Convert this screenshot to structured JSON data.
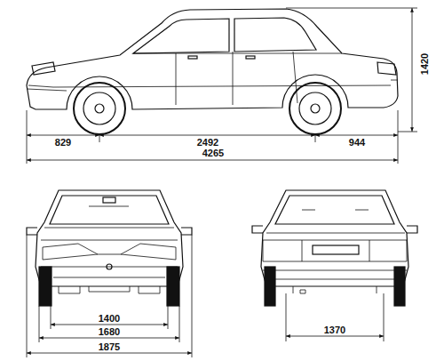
{
  "diagram": {
    "labels": [
      "1420",
      "829",
      "2492",
      "944",
      "4265",
      "1400",
      "1680",
      "1875",
      "1370"
    ]
  }
}
